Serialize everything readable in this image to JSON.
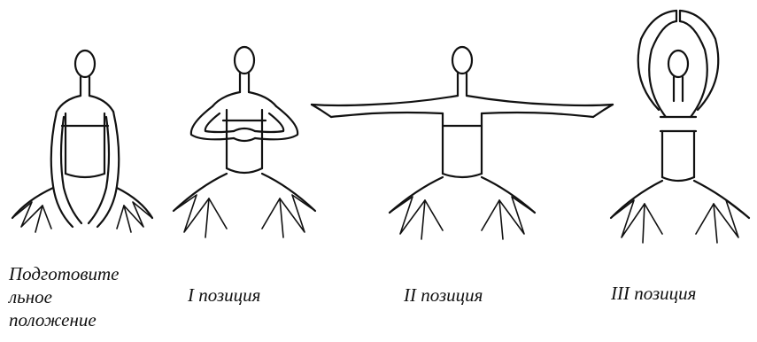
{
  "figures": [
    {
      "icon": "ballerina-preparatory-position-icon",
      "caption": "Подготовите\nльное\nположение"
    },
    {
      "icon": "ballerina-first-position-icon",
      "caption": "I позиция"
    },
    {
      "icon": "ballerina-second-position-icon",
      "caption": "II позиция"
    },
    {
      "icon": "ballerina-third-position-icon",
      "caption": "III позиция"
    }
  ]
}
